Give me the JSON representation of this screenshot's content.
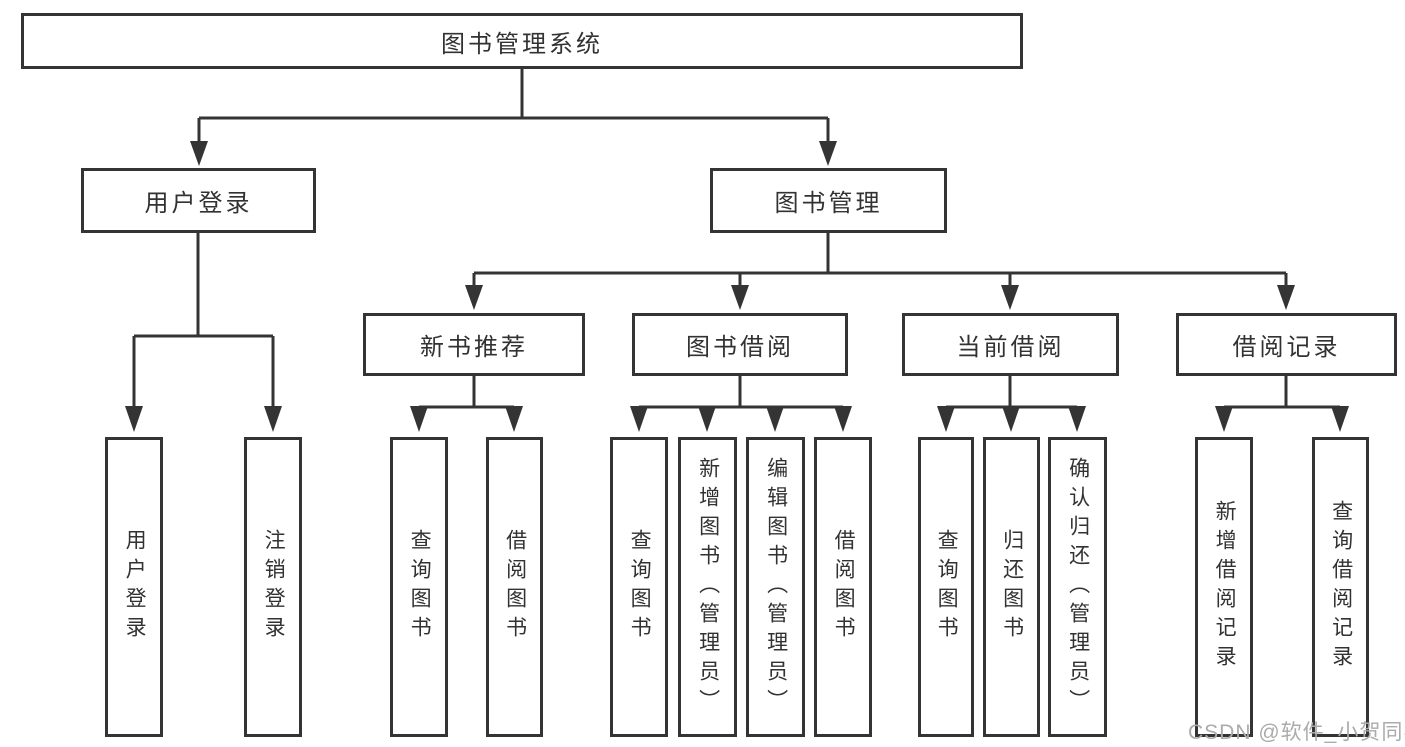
{
  "diagram": {
    "root": {
      "label": "图书管理系统"
    },
    "level2": [
      {
        "label": "用户登录"
      },
      {
        "label": "图书管理"
      }
    ],
    "level3": [
      {
        "label": "新书推荐"
      },
      {
        "label": "图书借阅"
      },
      {
        "label": "当前借阅"
      },
      {
        "label": "借阅记录"
      }
    ],
    "leaves": {
      "user_login": [
        "用户登录",
        "注销登录"
      ],
      "new_book": [
        "查询图书",
        "借阅图书"
      ],
      "book_borrow": [
        "查询图书",
        "新增图书（管理员）",
        "编辑图书（管理员）",
        "借阅图书"
      ],
      "current_borrow": [
        "查询图书",
        "归还图书",
        "确认归还（管理员）"
      ],
      "borrow_record": [
        "新增借阅记录",
        "查询借阅记录"
      ]
    }
  },
  "watermark": {
    "text": "CSDN @软件_小贺同学"
  },
  "colors": {
    "line": "#343434",
    "box_border": "#343434",
    "text": "#323232",
    "watermark": "#ababab",
    "background": "#ffffff"
  }
}
